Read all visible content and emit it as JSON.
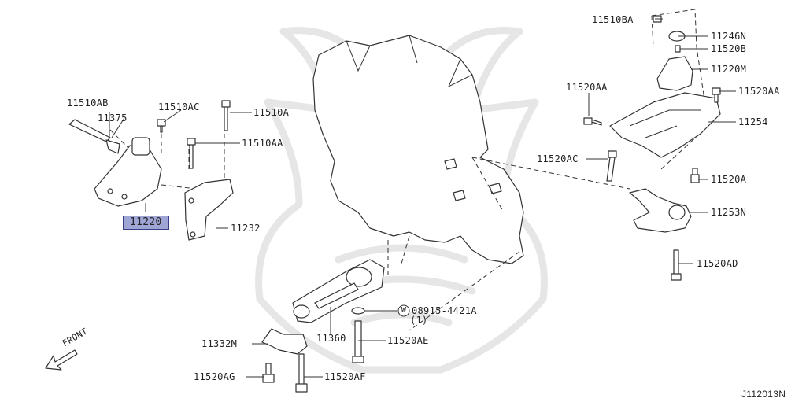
{
  "diagram_id": "J112013N",
  "direction_label": "FRONT",
  "parts": [
    {
      "key": "p11510BA",
      "text": "11510BA"
    },
    {
      "key": "p11246N",
      "text": "11246N"
    },
    {
      "key": "p11520B",
      "text": "11520B"
    },
    {
      "key": "p11220M",
      "text": "11220M"
    },
    {
      "key": "p11520AA_l",
      "text": "11520AA"
    },
    {
      "key": "p11520AA_r",
      "text": "11520AA"
    },
    {
      "key": "p11254",
      "text": "11254"
    },
    {
      "key": "p11520AC",
      "text": "11520AC"
    },
    {
      "key": "p11520A_r",
      "text": "11520A"
    },
    {
      "key": "p11253N",
      "text": "11253N"
    },
    {
      "key": "p11520AD",
      "text": "11520AD"
    },
    {
      "key": "p11510AB",
      "text": "11510AB"
    },
    {
      "key": "p11375",
      "text": "11375"
    },
    {
      "key": "p11510AC",
      "text": "11510AC"
    },
    {
      "key": "p11510A",
      "text": "11510A"
    },
    {
      "key": "p11510AA",
      "text": "11510AA"
    },
    {
      "key": "p11220",
      "text": "11220",
      "selected": true
    },
    {
      "key": "p11232",
      "text": "11232"
    },
    {
      "key": "p08915",
      "text": "08915-4421A"
    },
    {
      "key": "p08915qty",
      "text": "(1)"
    },
    {
      "key": "p11360",
      "text": "11360"
    },
    {
      "key": "p11520AE",
      "text": "11520AE"
    },
    {
      "key": "p11332M",
      "text": "11332M"
    },
    {
      "key": "p11520AG",
      "text": "11520AG"
    },
    {
      "key": "p11520AF",
      "text": "11520AF"
    }
  ],
  "washer_symbol": "W",
  "colors": {
    "selected_fill": "#9fa5d4",
    "selected_border": "#3a3f85",
    "line": "#333333",
    "watermark": "#e6e6e6"
  }
}
